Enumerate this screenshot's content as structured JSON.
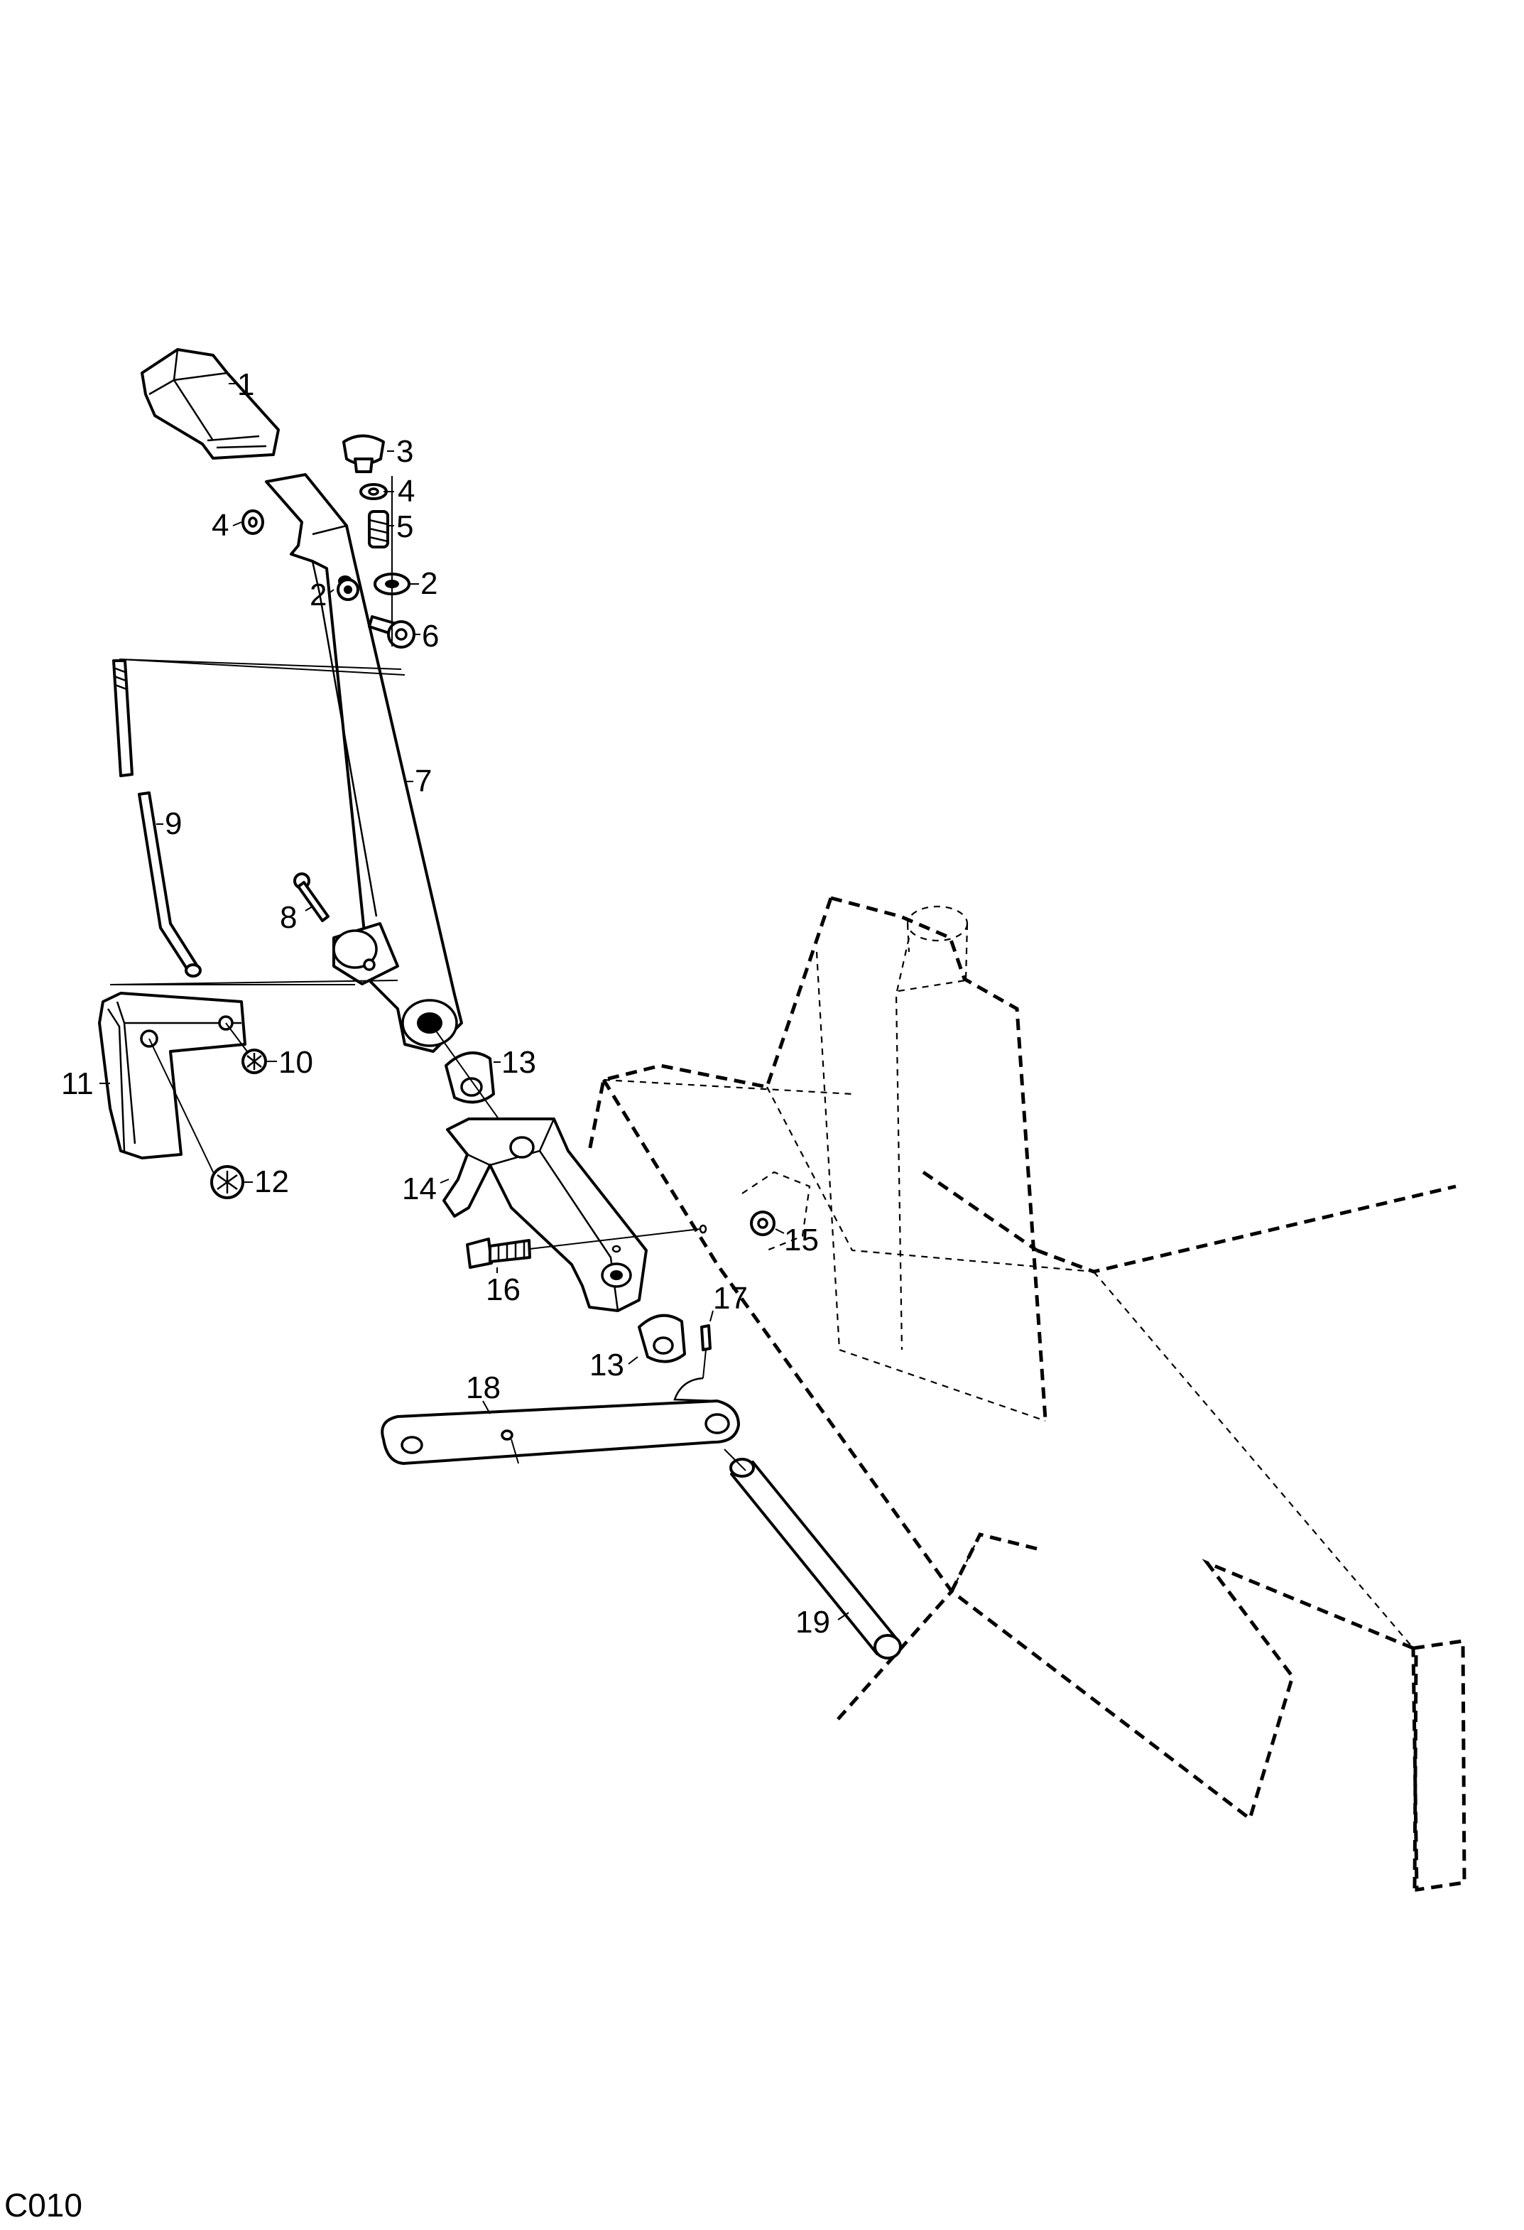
{
  "diagram": {
    "code": "C010",
    "callouts": [
      "1",
      "3",
      "4",
      "5",
      "4",
      "2",
      "2",
      "6",
      "7",
      "9",
      "8",
      "13",
      "10",
      "11",
      "12",
      "14",
      "15",
      "16",
      "17",
      "13",
      "18",
      "19"
    ]
  }
}
